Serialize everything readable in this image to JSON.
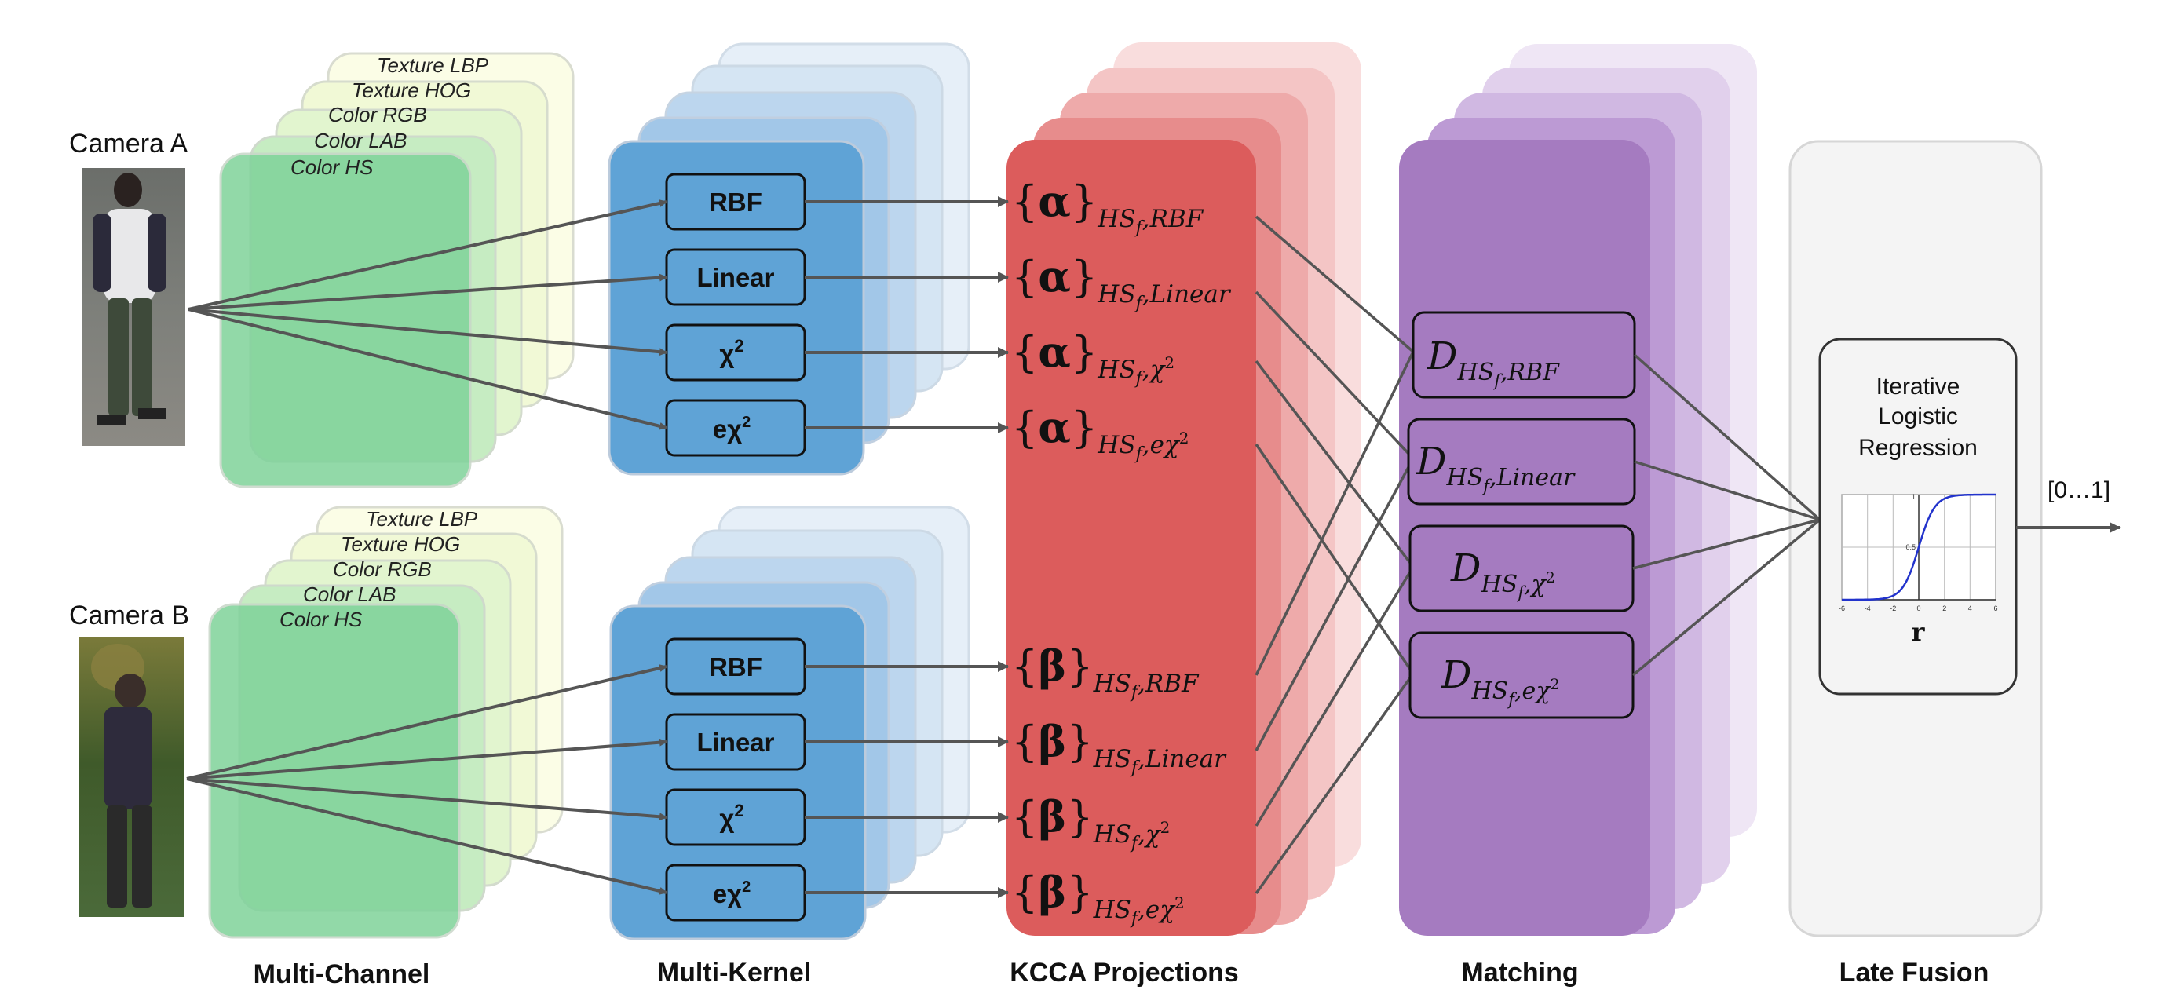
{
  "cameras": [
    {
      "label": "Camera  A"
    },
    {
      "label": "Camera  B"
    }
  ],
  "channels": [
    "Texture LBP",
    "Texture HOG",
    "Color RGB",
    "Color LAB",
    "Color HS"
  ],
  "kernels": [
    "RBF",
    "Linear",
    "χ",
    "eχ"
  ],
  "kernel_superscript": "2",
  "projections": {
    "alpha_symbol": "α",
    "beta_symbol": "β",
    "brace_open": "{",
    "brace_close": "}",
    "feature": "HS",
    "feature_sub": "f",
    "kernel_subs": [
      "RBF",
      "Linear",
      "χ",
      "eχ"
    ],
    "kernel_sub_sup": "2"
  },
  "matching": {
    "symbol": "D",
    "feature": "HS",
    "feature_sub": "f",
    "kernel_subs": [
      "RBF",
      "Linear",
      "χ",
      "eχ"
    ],
    "kernel_sub_sup": "2"
  },
  "late_fusion": {
    "title_lines": [
      "Iterative",
      "Logistic",
      "Regression"
    ],
    "axis_var": "r",
    "x_ticks": [
      "-6",
      "-4",
      "-2",
      "0",
      "2",
      "4",
      "6"
    ],
    "y_ticks": [
      "1",
      "0.5"
    ]
  },
  "output_label": "[0…1]",
  "stage_labels": [
    "Multi-Channel",
    "Multi-Kernel",
    "KCCA Projections",
    "Matching",
    "Late Fusion"
  ],
  "colors": {
    "channel_front": "#7fd39a",
    "kernel_panel": "#5fa3d6",
    "kcca_front": "#dc5c5c",
    "matching_front": "#a57bc0",
    "fusion_panel": "#f4f4f4",
    "arrow": "#555555",
    "curve": "#2233cc"
  }
}
